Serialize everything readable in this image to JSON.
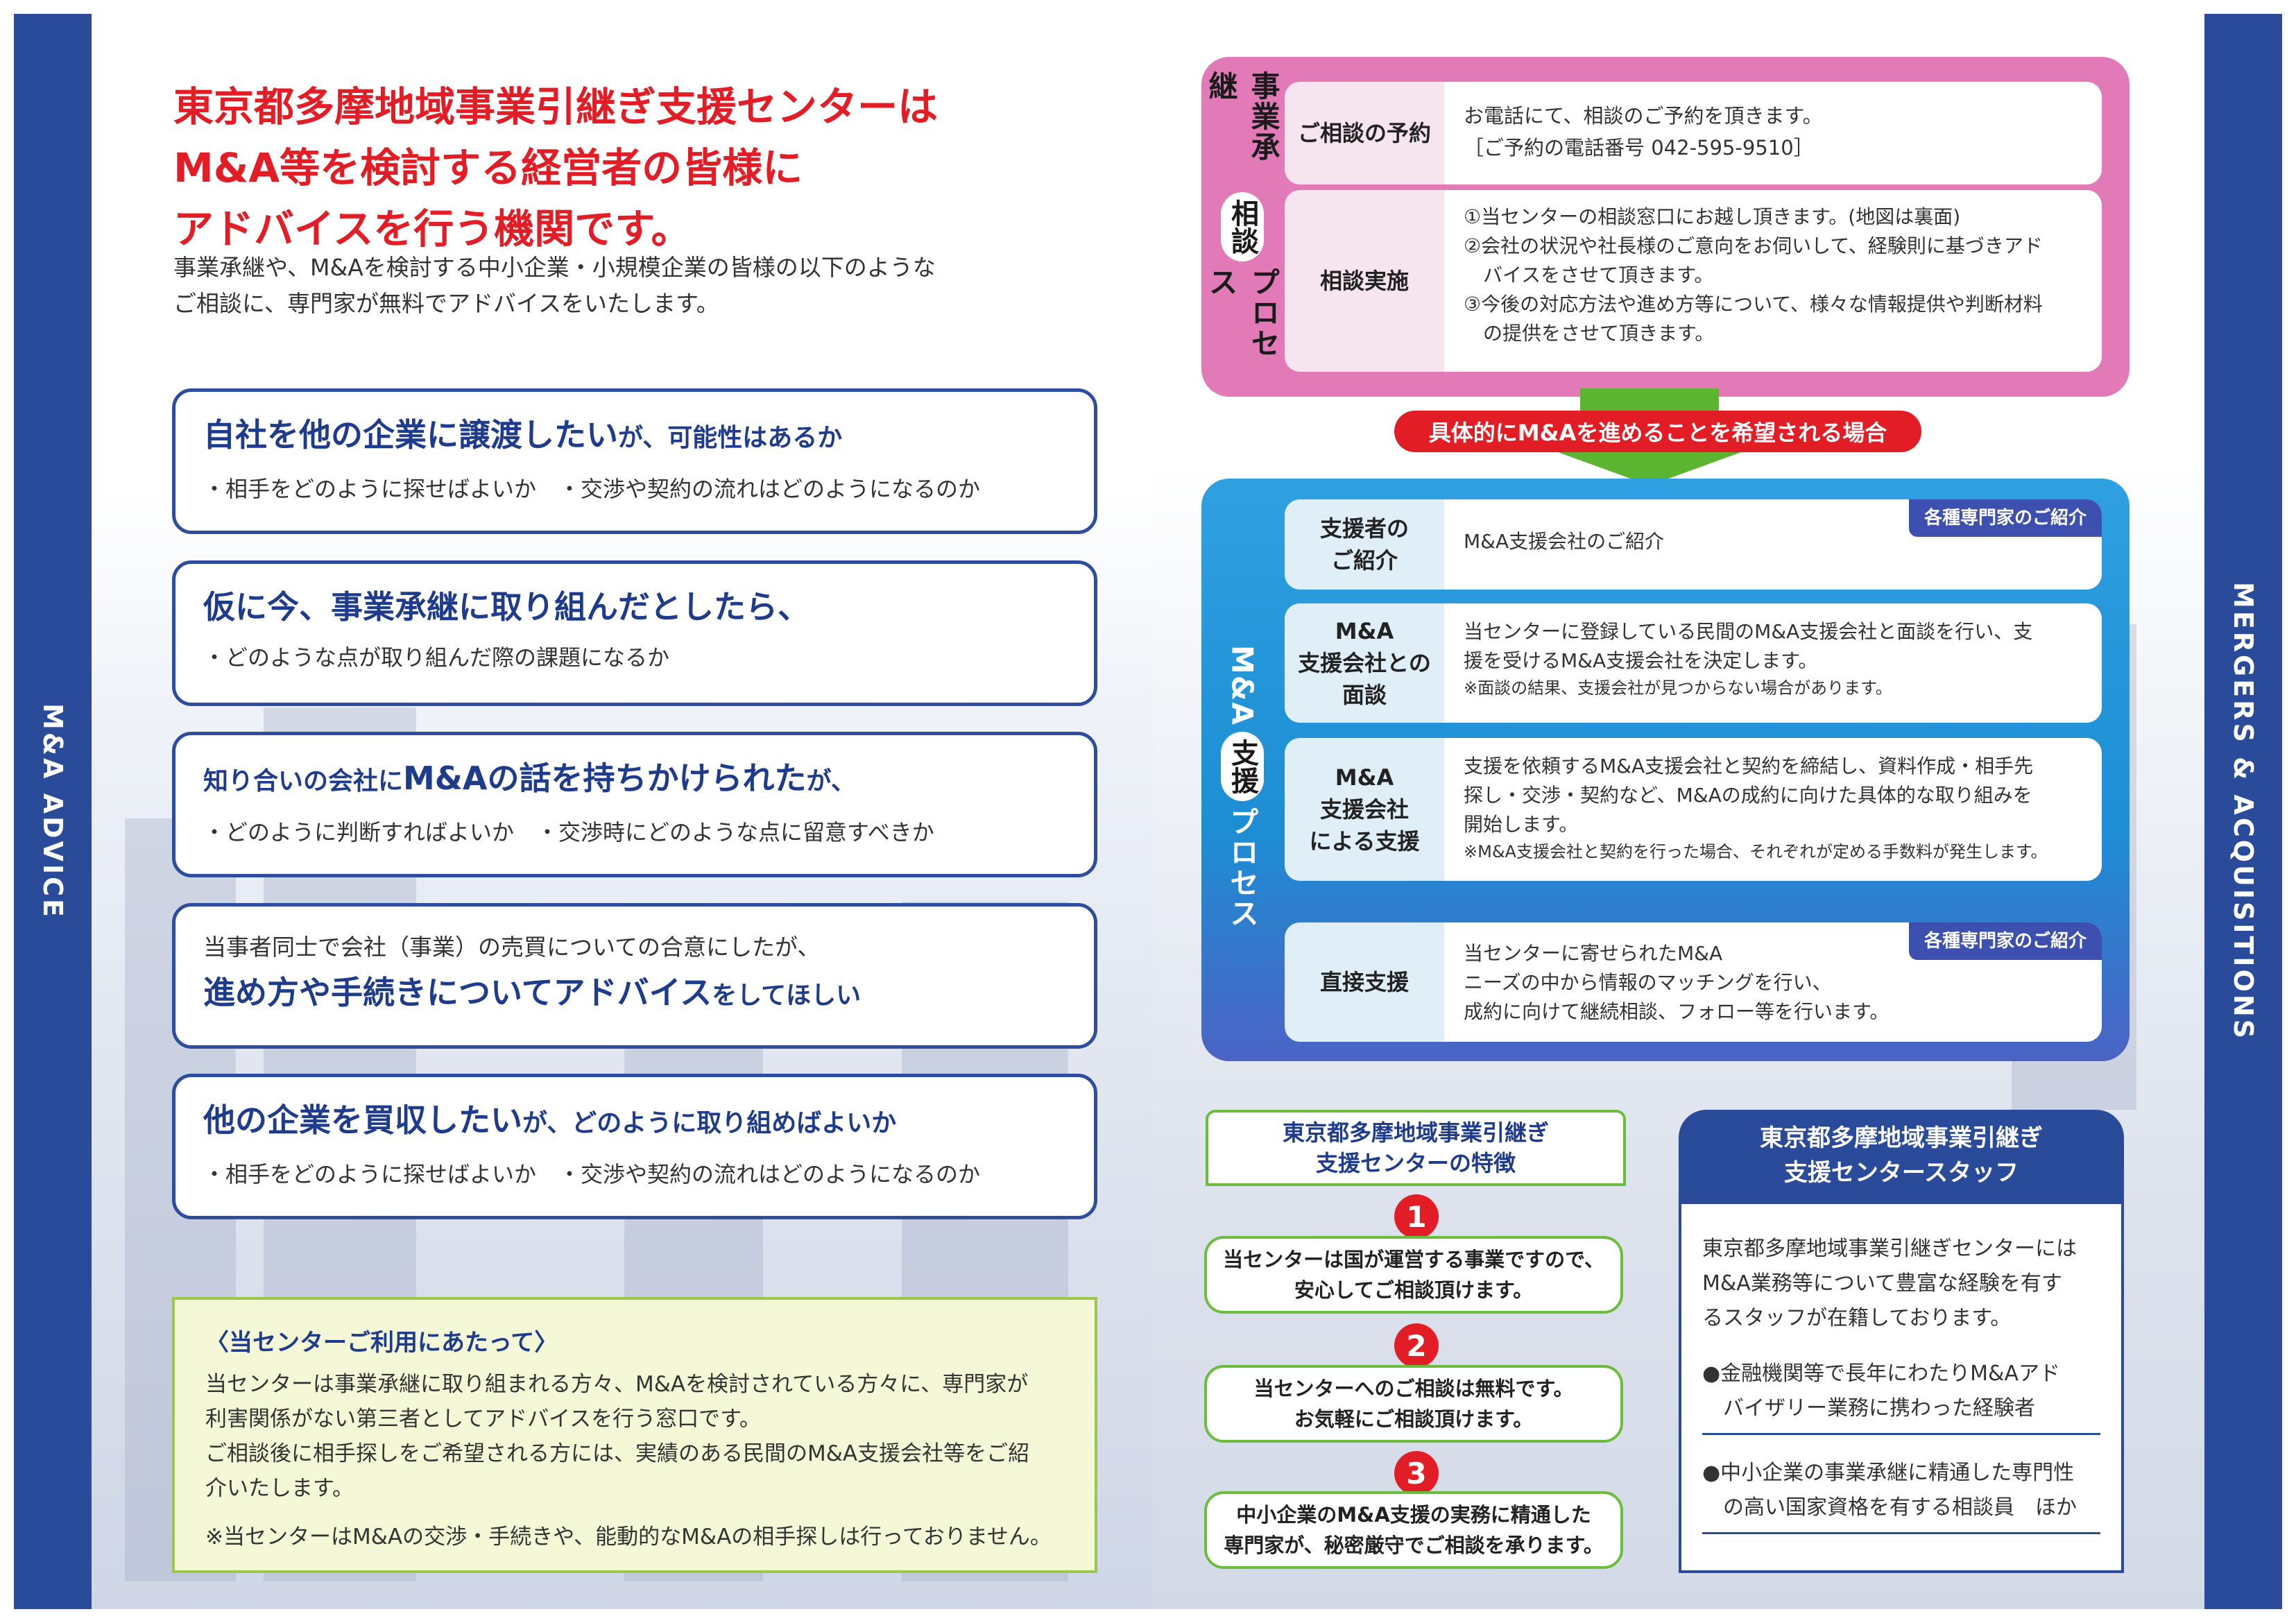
{
  "sidebar": {
    "left_label": "M&A ADVICE",
    "right_label": "MERGERS & ACQUISITIONS"
  },
  "left": {
    "headline": [
      "東京都多摩地域事業引継ぎ支援センターは",
      "M&A等を検討する経営者の皆様に",
      "アドバイスを行う機関です。"
    ],
    "intro": [
      "事業承継や、M&Aを検討する中小企業・小規模企業の皆様の以下のような",
      "ご相談に、専門家が無料でアドバイスをいたします。"
    ],
    "questions": [
      {
        "title_main": "自社を他の企業に譲渡したい",
        "title_suffix": "が、可能性はあるか",
        "sub": "・相手をどのように探せばよいか　・交渉や契約の流れはどのようになるのか"
      },
      {
        "title_main": "仮に今、事業承継に取り組んだとしたら、",
        "title_suffix": "",
        "sub": "・どのような点が取り組んだ際の課題になるか"
      },
      {
        "title_prefix": "知り合いの会社に",
        "title_main": "M&Aの話を持ちかけられた",
        "title_suffix": "が、",
        "sub": "・どのように判断すればよいか　・交渉時にどのような点に留意すべきか"
      },
      {
        "lead": "当事者同士で会社（事業）の売買についての合意にしたが、",
        "title_main": "進め方や手続きについてアドバイス",
        "title_suffix": "をしてほしい"
      },
      {
        "title_main": "他の企業を買収したい",
        "title_suffix": "が、どのように取り組めばよいか",
        "sub": "・相手をどのように探せばよいか　・交渉や契約の流れはどのようになるのか"
      }
    ],
    "notice": {
      "title": "〈当センターご利用にあたって〉",
      "lines": [
        "当センターは事業承継に取り組まれる方々、M&Aを検討されている方々に、専門家が",
        "利害関係がない第三者としてアドバイスを行う窓口です。",
        "ご相談後に相手探しをご希望される方には、実績のある民間のM&A支援会社等をご紹",
        "介いたします。"
      ],
      "note": "※当センターはM&Aの交渉・手続きや、能動的なM&Aの相手探しは行っておりません。"
    }
  },
  "process1": {
    "label_top": "事業承継",
    "label_circle": "相談",
    "label_bottom": "プロセス",
    "rows": [
      {
        "label": "ご相談の予約",
        "lines": [
          "お電話にて、相談のご予約を頂きます。",
          "［ご予約の電話番号 042-595-9510］"
        ]
      },
      {
        "label": "相談実施",
        "lines": [
          "①当センターの相談窓口にお越し頂きます。(地図は裏面)",
          "②会社の状況や社長様のご意向をお伺いして、経験則に基づきアド",
          "　バイスをさせて頂きます。",
          "③今後の対応方法や進め方等について、様々な情報提供や判断材料",
          "　の提供をさせて頂きます。"
        ]
      }
    ]
  },
  "condition": "具体的にM&Aを進めることを希望される場合",
  "process2": {
    "label_top": "M&A",
    "label_circle": "支援",
    "label_bottom": "プロセス",
    "rows": [
      {
        "label_lines": [
          "支援者の",
          "ご紹介"
        ],
        "tag": "各種専門家のご紹介",
        "lines": [
          "M&A支援会社のご紹介"
        ],
        "note": ""
      },
      {
        "label_lines": [
          "M&A",
          "支援会社との",
          "面談"
        ],
        "tag": "",
        "lines": [
          "当センターに登録している民間のM&A支援会社と面談を行い、支",
          "援を受けるM&A支援会社を決定します。"
        ],
        "note": "※面談の結果、支援会社が見つからない場合があります。"
      },
      {
        "label_lines": [
          "M&A",
          "支援会社",
          "による支援"
        ],
        "tag": "",
        "lines": [
          "支援を依頼するM&A支援会社と契約を締結し、資料作成・相手先",
          "探し・交渉・契約など、M&Aの成約に向けた具体的な取り組みを",
          "開始します。"
        ],
        "note": "※M&A支援会社と契約を行った場合、それぞれが定める手数料が発生します。"
      },
      {
        "label_lines": [
          "直接支援"
        ],
        "tag": "各種専門家のご紹介",
        "lines": [
          "当センターに寄せられたM&A",
          "ニーズの中から情報のマッチングを行い、",
          "成約に向けて継続相談、フォロー等を行います。"
        ],
        "note": ""
      }
    ]
  },
  "features": {
    "title": [
      "東京都多摩地域事業引継ぎ",
      "支援センターの特徴"
    ],
    "items": [
      {
        "num": "1",
        "lines": [
          "当センターは国が運営する事業ですので、",
          "安心してご相談頂けます。"
        ]
      },
      {
        "num": "2",
        "lines": [
          "当センターへのご相談は無料です。",
          "お気軽にご相談頂けます。"
        ]
      },
      {
        "num": "3",
        "lines": [
          "中小企業のM&A支援の実務に精通した",
          "専門家が、秘密厳守でご相談を承ります。"
        ]
      }
    ]
  },
  "staff": {
    "title": [
      "東京都多摩地域事業引継ぎ",
      "支援センタースタッフ"
    ],
    "intro": [
      "東京都多摩地域事業引継ぎセンターには",
      "M&A業務等について豊富な経験を有す",
      "るスタッフが在籍しております。"
    ],
    "items": [
      [
        "●金融機関等で長年にわたりM&Aアド",
        "　バイザリー業務に携わった経験者"
      ],
      [
        "●中小企業の事業承継に精通した専門性",
        "　の高い国家資格を有する相談員　ほか"
      ]
    ]
  },
  "colors": {
    "navy": "#2a4b9a",
    "red": "#e31d25",
    "pink": "#e27ab8",
    "blue": "#1d8ed4",
    "green": "#6bbd3e"
  }
}
